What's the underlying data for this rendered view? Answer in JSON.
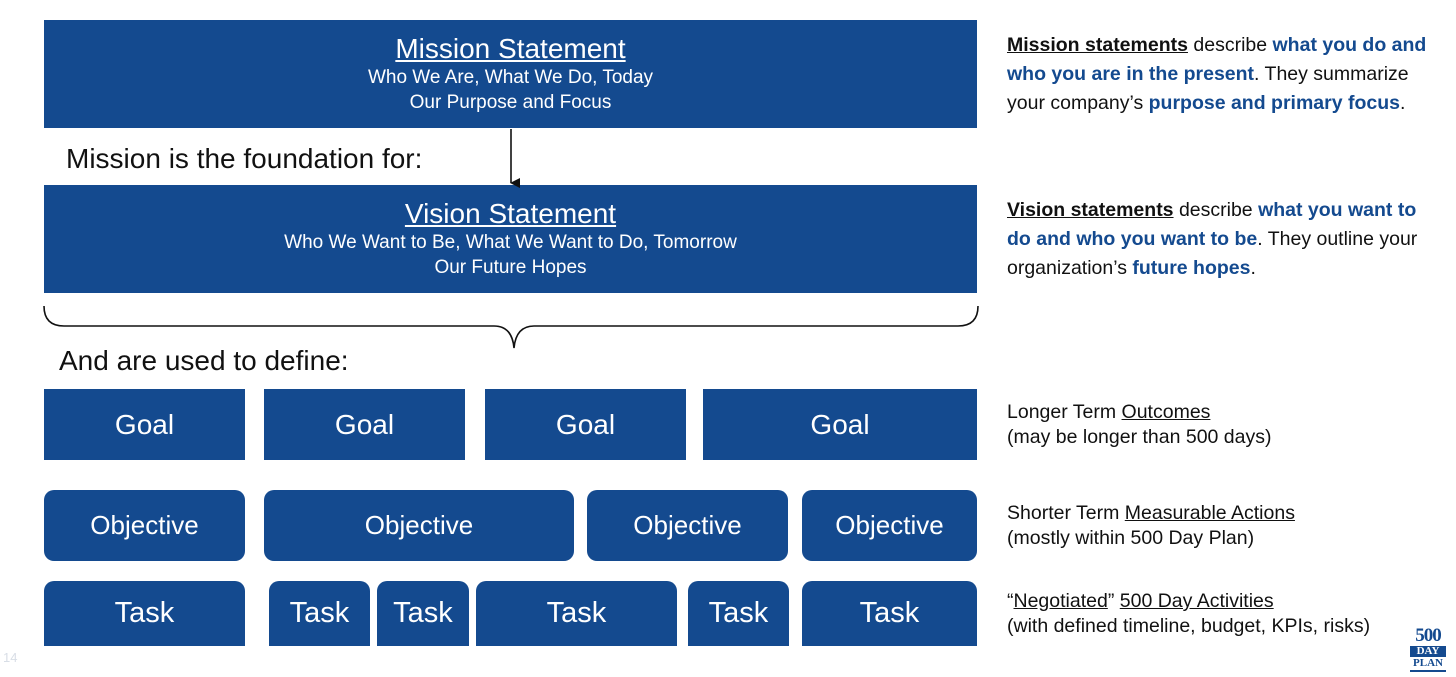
{
  "mission": {
    "title": "Mission Statement",
    "line1": "Who We Are, What We Do, Today",
    "line2": "Our Purpose and Focus"
  },
  "foundation_text": "Mission is the foundation for:",
  "vision": {
    "title": "Vision Statement",
    "line1": "Who We Want to Be, What We Want to Do, Tomorrow",
    "line2": "Our Future Hopes"
  },
  "define_text": "And are used to define:",
  "goals": [
    "Goal",
    "Goal",
    "Goal",
    "Goal"
  ],
  "objectives": [
    "Objective",
    "Objective",
    "Objective",
    "Objective"
  ],
  "tasks": [
    "Task",
    "Task",
    "Task",
    "Task",
    "Task",
    "Task"
  ],
  "mission_desc": {
    "term": "Mission statements",
    "t1": " describe ",
    "h1": "what you do and who you are in the present",
    "t2": ". They summarize your company’s ",
    "h2": "purpose and primary focus",
    "t3": "."
  },
  "vision_desc": {
    "term": "Vision statements",
    "t1": " describe ",
    "h1": "what you want to do and who you want to be",
    "t2": ". They outline your organization’s ",
    "h2": "future hopes",
    "t3": "."
  },
  "goal_desc": {
    "prefix": "Longer Term ",
    "underlined": "Outcomes",
    "line2": "(may be longer than 500 days)"
  },
  "objective_desc": {
    "prefix": "Shorter Term ",
    "underlined": "Measurable Actions",
    "line2": "(mostly within 500 Day Plan)"
  },
  "task_desc": {
    "prefix": "“",
    "underlined": "Negotiated",
    "suffix": "” ",
    "underlined2": "500 Day Activities",
    "line2": "(with defined timeline, budget, KPIs, risks)"
  },
  "page_number": "14",
  "logo": {
    "line1": "500",
    "line2": "DAY",
    "line3": "PLAN"
  },
  "colors": {
    "box_blue": "#144a8f",
    "highlight_blue": "#144a8f",
    "text": "#111111"
  }
}
